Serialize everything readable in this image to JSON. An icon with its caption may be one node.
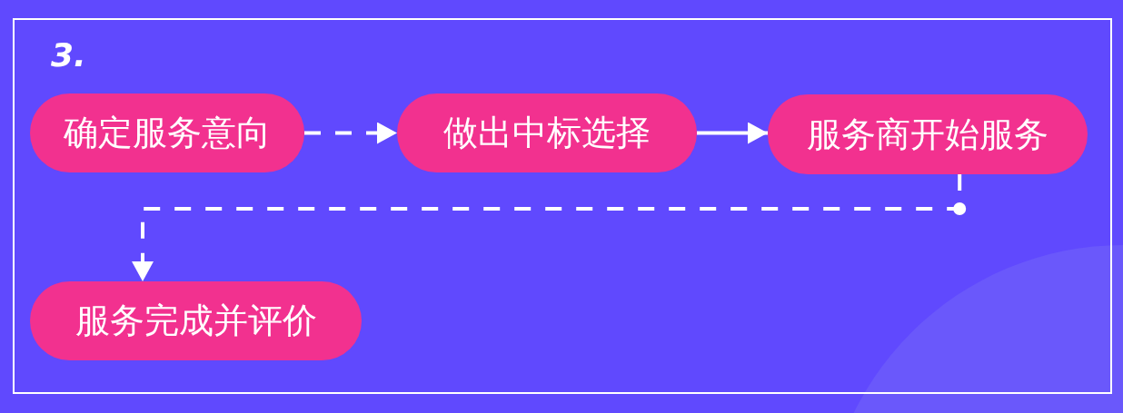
{
  "diagram": {
    "nodes": [
      {
        "text": [
          "确定服务意向"
        ]
      },
      {
        "text": [
          "做出中标选择"
        ]
      },
      {
        "text": [
          "服务商开始服务"
        ]
      },
      {
        "text": [
          "服务完成并评价"
        ]
      }
    ],
    "edges": [
      {
        "from": 0,
        "to": 1,
        "arrow": "to",
        "style": "dashed"
      },
      {
        "from": 1,
        "to": 2,
        "arrow": "to"
      },
      {
        "from": 2,
        "to": 3,
        "arrow": "to",
        "style": "dashed"
      }
    ],
    "labels": [
      "3."
    ]
  }
}
